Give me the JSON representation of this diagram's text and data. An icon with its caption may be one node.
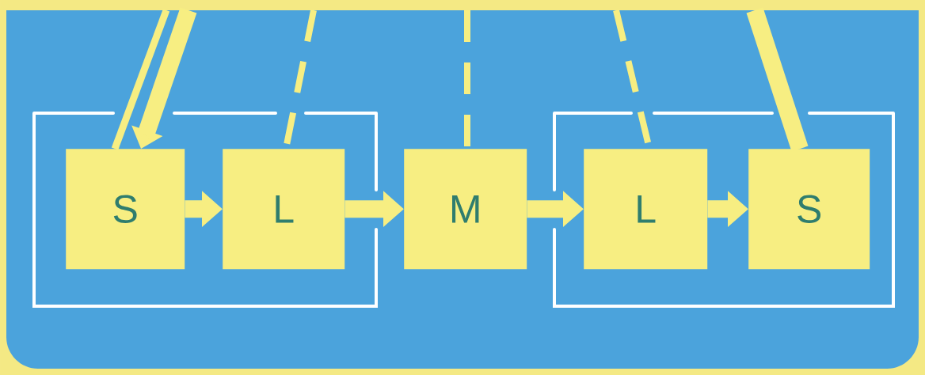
{
  "diagram": {
    "nodes": [
      {
        "text": [],
        "shape": "box"
      },
      {
        "text": [
          "S"
        ],
        "in": 0
      },
      {
        "text": [
          "L"
        ],
        "in": 0
      },
      {
        "text": [
          "M"
        ]
      },
      {
        "text": [],
        "shape": "box"
      },
      {
        "text": [
          "L"
        ],
        "in": 4
      },
      {
        "text": [
          "S"
        ],
        "in": 4
      }
    ],
    "edges": [
      {
        "from": 1,
        "to": 2,
        "arrow": "to"
      },
      {
        "from": 2,
        "to": 3,
        "arrow": "to"
      },
      {
        "from": 3,
        "to": 5,
        "arrow": "to"
      },
      {
        "from": 5,
        "to": 6,
        "arrow": "to"
      },
      {
        "from": null,
        "to": 1,
        "arrow": "none"
      },
      {
        "from": null,
        "to": 1,
        "arrow": "to"
      },
      {
        "from": null,
        "to": 2,
        "arrow": "none",
        "style": "dashed"
      },
      {
        "from": null,
        "to": 3,
        "arrow": "none",
        "style": "dashed"
      },
      {
        "from": null,
        "to": 5,
        "arrow": "none",
        "style": "dashed"
      },
      {
        "from": null,
        "to": 6,
        "arrow": "none"
      }
    ]
  }
}
